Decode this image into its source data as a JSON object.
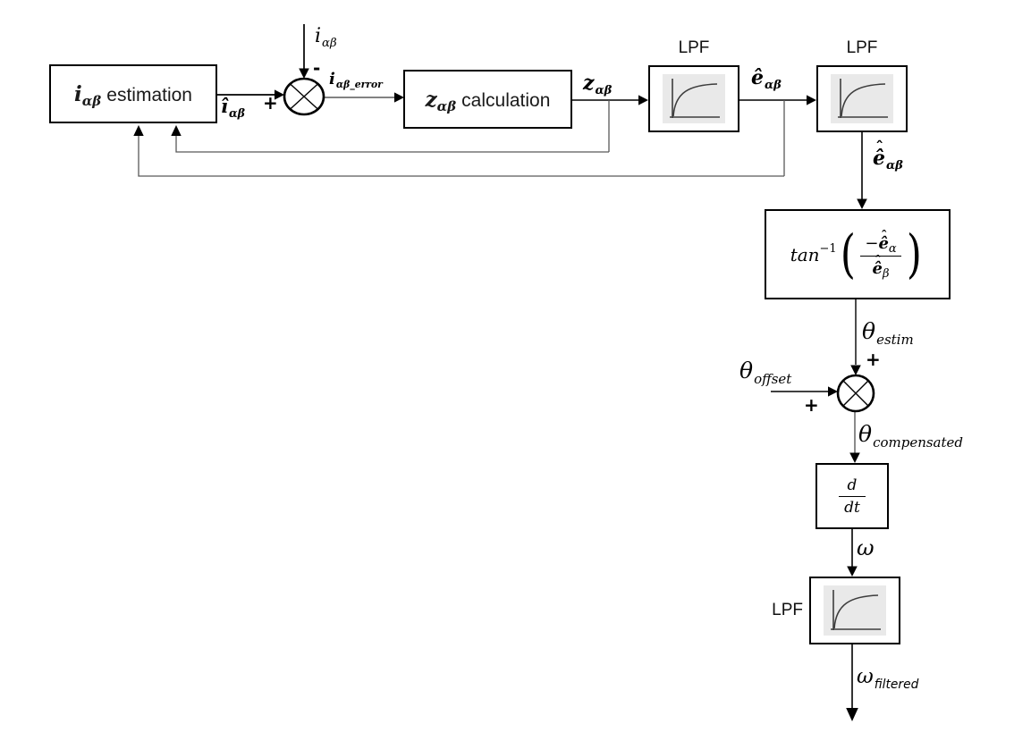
{
  "diagram_title": "alpha-beta current estimation and speed extraction block diagram",
  "blocks": {
    "estimation": {
      "sym": "i",
      "sym_sub": "αβ",
      "label": "estimation"
    },
    "zcalc": {
      "sym": "z",
      "sym_sub": "αβ",
      "label": "calculation"
    },
    "lpf1_label": "LPF",
    "lpf2_label": "LPF",
    "lpf3_label": "LPF",
    "atan": {
      "fn": "tan",
      "exp": "−1",
      "open": "(",
      "close": ")",
      "num_sign": "−",
      "num_base": "ê",
      "num_hat": "ˆ",
      "num_sub": "α",
      "den_base": "ê",
      "den_hat": "ˆ",
      "den_sub": "β"
    },
    "ddt": {
      "num": "d",
      "den": "dt"
    }
  },
  "signals": {
    "i_in": {
      "base": "i",
      "sub": "αβ"
    },
    "i_hat": {
      "base": "î",
      "sub": "αβ"
    },
    "i_error": {
      "base": "i",
      "sub": "αβ_error"
    },
    "z_out": {
      "base": "z",
      "sub": "αβ"
    },
    "e_hat": {
      "base": "ê",
      "sub": "αβ"
    },
    "e_dhat": {
      "base": "ê",
      "hat": "ˆ",
      "sub": "αβ"
    },
    "theta_estim": {
      "base": "θ",
      "sub": "estim"
    },
    "theta_offset": {
      "base": "θ",
      "sub": "offset"
    },
    "theta_comp": {
      "base": "θ",
      "sub": "compensated"
    },
    "omega": {
      "base": "ω"
    },
    "omega_filtered": {
      "base": "ω",
      "sub": "filtered"
    }
  },
  "signs": {
    "minus_top": "-",
    "plus_feedback": "+",
    "plus_estim": "+",
    "plus_offset": "+"
  },
  "colors": {
    "line": "#000000",
    "connector_thin": "#595959",
    "icon_bg": "#e9e9e9",
    "icon_stroke": "#3d3d3d"
  }
}
